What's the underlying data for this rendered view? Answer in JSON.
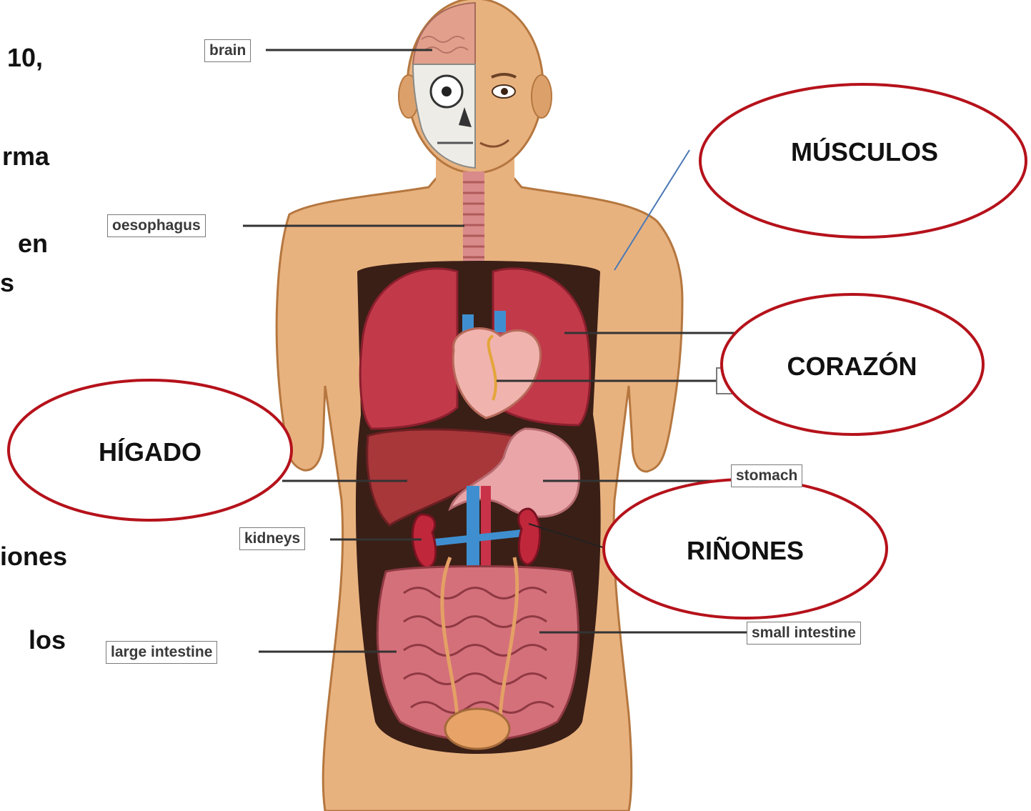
{
  "left_text_fragments": [
    "10,",
    "rma",
    "en",
    "s",
    "iones",
    "los"
  ],
  "organ_labels_en": {
    "brain": "brain",
    "oesophagus": "oesophagus",
    "stomach": "stomach",
    "kidneys": "kidneys",
    "large_intestine": "large intestine",
    "small_intestine": "small intestine"
  },
  "annotations_es": {
    "musculos": "MÚSCULOS",
    "corazon": "CORAZÓN",
    "higado": "HÍGADO",
    "rinones": "RIÑONES"
  },
  "colors": {
    "ellipse_stroke": "#b5121b",
    "muscle_pointer": "#4a78b5",
    "skin": "#e8b27f",
    "lung": "#c23a4a",
    "liver": "#a8373a",
    "vein": "#3f8fd0"
  }
}
